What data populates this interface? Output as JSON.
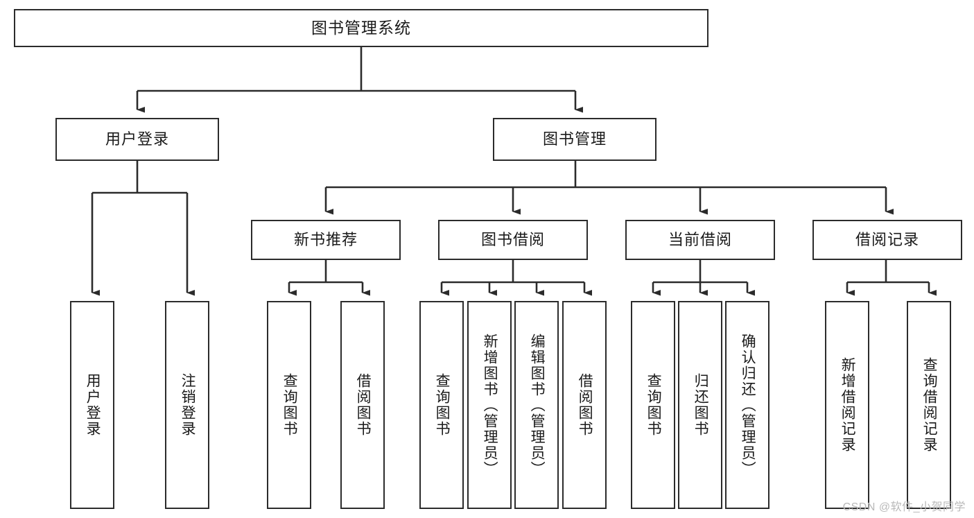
{
  "diagram": {
    "title": "图书管理系统",
    "root": {
      "label": "图书管理系统"
    },
    "level2": [
      {
        "label": "用户登录"
      },
      {
        "label": "图书管理"
      }
    ],
    "level3": [
      {
        "label": "新书推荐"
      },
      {
        "label": "图书借阅"
      },
      {
        "label": "当前借阅"
      },
      {
        "label": "借阅记录"
      }
    ],
    "leaves": [
      {
        "label": "用户登录"
      },
      {
        "label": "注销登录"
      },
      {
        "label": "查询图书"
      },
      {
        "label": "借阅图书"
      },
      {
        "label": "查询图书"
      },
      {
        "label": "新增图书（管理员）"
      },
      {
        "label": "编辑图书（管理员）"
      },
      {
        "label": "借阅图书"
      },
      {
        "label": "查询图书"
      },
      {
        "label": "归还图书"
      },
      {
        "label": "确认归还（管理员）"
      },
      {
        "label": "新增借阅记录"
      },
      {
        "label": "查询借阅记录"
      }
    ]
  },
  "watermark": {
    "text": "CSDN @软件_小贺同学"
  },
  "colors": {
    "stroke": "#2b2b2b",
    "fill": "#ffffff",
    "text": "#1a1a1a",
    "watermark": "#b9b9b9"
  }
}
